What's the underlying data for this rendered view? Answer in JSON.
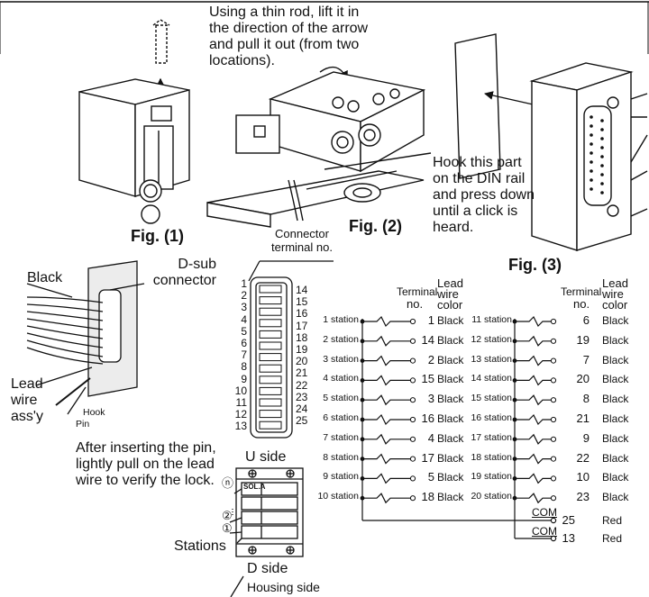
{
  "fig1": {
    "label": "Fig. (1)",
    "instruction": "Using a thin rod, lift it in the direction of the arrow and pull it out (from two locations)."
  },
  "fig2": {
    "label": "Fig. (2)",
    "instruction": "Hook this part on the DIN rail and press down until a click is heard."
  },
  "fig3": {
    "label": "Fig. (3)"
  },
  "dsub": {
    "black_label": "Black",
    "connector_label": "D-sub connector",
    "lead_wire_label": "Lead wire ass'y",
    "hook_label": "Hook",
    "pin_label": "Pin",
    "note": "After inserting the pin, lightly pull on the lead wire to verify the lock."
  },
  "connector": {
    "terminal_label": "Connector terminal no.",
    "left_pins": [
      "1",
      "2",
      "3",
      "4",
      "5",
      "6",
      "7",
      "8",
      "9",
      "10",
      "11",
      "12",
      "13"
    ],
    "right_pins": [
      "14",
      "15",
      "16",
      "17",
      "18",
      "19",
      "20",
      "21",
      "22",
      "23",
      "24",
      "25"
    ]
  },
  "housing": {
    "u_side": "U side",
    "d_side": "D side",
    "stations": "Stations",
    "housing_side": "Housing side",
    "marker_n": "ⓝ",
    "marker_2": "②",
    "marker_1": "①",
    "slot_label": "SOL.A"
  },
  "wiring": {
    "header_terminal": "Terminal",
    "header_no": "no.",
    "header_lead": "Lead",
    "header_wire": "wire",
    "header_color": "color",
    "left": [
      {
        "station": "1 station",
        "terminal": "1",
        "color": "Black"
      },
      {
        "station": "2 station",
        "terminal": "14",
        "color": "Black"
      },
      {
        "station": "3 station",
        "terminal": "2",
        "color": "Black"
      },
      {
        "station": "4 station",
        "terminal": "15",
        "color": "Black"
      },
      {
        "station": "5 station",
        "terminal": "3",
        "color": "Black"
      },
      {
        "station": "6 station",
        "terminal": "16",
        "color": "Black"
      },
      {
        "station": "7 station",
        "terminal": "4",
        "color": "Black"
      },
      {
        "station": "8 station",
        "terminal": "17",
        "color": "Black"
      },
      {
        "station": "9 station",
        "terminal": "5",
        "color": "Black"
      },
      {
        "station": "10 station",
        "terminal": "18",
        "color": "Black"
      }
    ],
    "right": [
      {
        "station": "11 station",
        "terminal": "6",
        "color": "Black"
      },
      {
        "station": "12 station",
        "terminal": "19",
        "color": "Black"
      },
      {
        "station": "13 station",
        "terminal": "7",
        "color": "Black"
      },
      {
        "station": "14 station",
        "terminal": "20",
        "color": "Black"
      },
      {
        "station": "15 station",
        "terminal": "8",
        "color": "Black"
      },
      {
        "station": "16 station",
        "terminal": "21",
        "color": "Black"
      },
      {
        "station": "17 station",
        "terminal": "9",
        "color": "Black"
      },
      {
        "station": "18 station",
        "terminal": "22",
        "color": "Black"
      },
      {
        "station": "19 station",
        "terminal": "10",
        "color": "Black"
      },
      {
        "station": "20 station",
        "terminal": "23",
        "color": "Black"
      }
    ],
    "com": [
      {
        "label": "COM",
        "terminal": "25",
        "color": "Red"
      },
      {
        "label": "COM",
        "terminal": "13",
        "color": "Red"
      }
    ]
  }
}
